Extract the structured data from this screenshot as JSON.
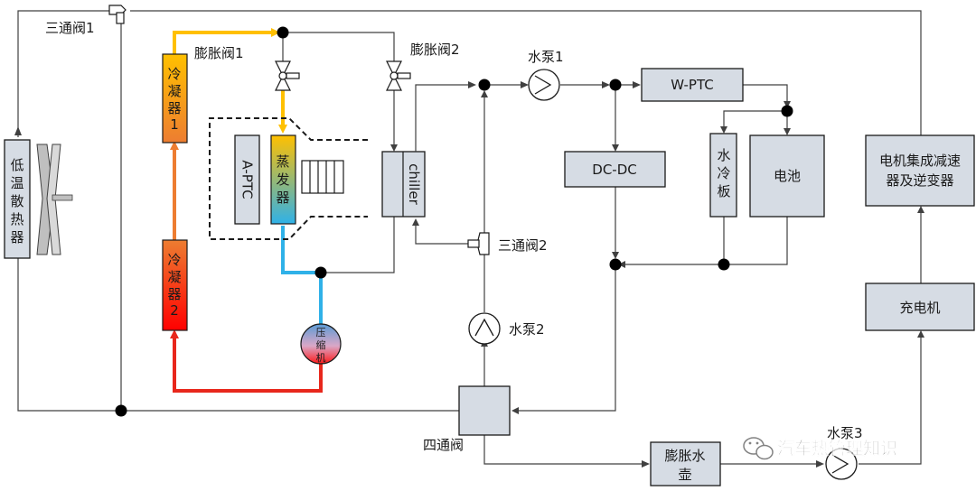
{
  "labels": {
    "valve3_1": "三通阀1",
    "exp1": "膨胀阀1",
    "exp2": "膨胀阀2",
    "pump1": "水泵1",
    "wptc": "W-PTC",
    "dcdc": "DC-DC",
    "battery": "电池",
    "cold_plate": [
      "水",
      "冷",
      "板"
    ],
    "motor": [
      "电机集成减速",
      "器及逆变器"
    ],
    "charger": "充电机",
    "valve3_2": "三通阀2",
    "pump2": "水泵2",
    "four_way": "四通阀",
    "tank": [
      "膨胀水",
      "壶"
    ],
    "pump3": "水泵3",
    "radiator": [
      "低",
      "温",
      "散",
      "热",
      "器"
    ],
    "condenser1": [
      "冷",
      "凝",
      "器",
      "1"
    ],
    "condenser2": [
      "冷",
      "凝",
      "器",
      "2"
    ],
    "evaporator": [
      "蒸",
      "发",
      "器"
    ],
    "aptc": "A-PTC",
    "chiller": "chiller",
    "compressor": [
      "压",
      "缩",
      "机"
    ],
    "watermark": "汽车热管理知识"
  },
  "colors": {
    "hot_red": "#e8271c",
    "warm_orange": "#ed7d31",
    "yellow": "#ffc000",
    "cold_blue": "#2fb1e8",
    "box_fill": "#d6dce4",
    "line": "#404040"
  },
  "icons": [
    "fan-icon",
    "valve-icon",
    "pump-icon",
    "compressor-icon",
    "wechat-icon"
  ]
}
